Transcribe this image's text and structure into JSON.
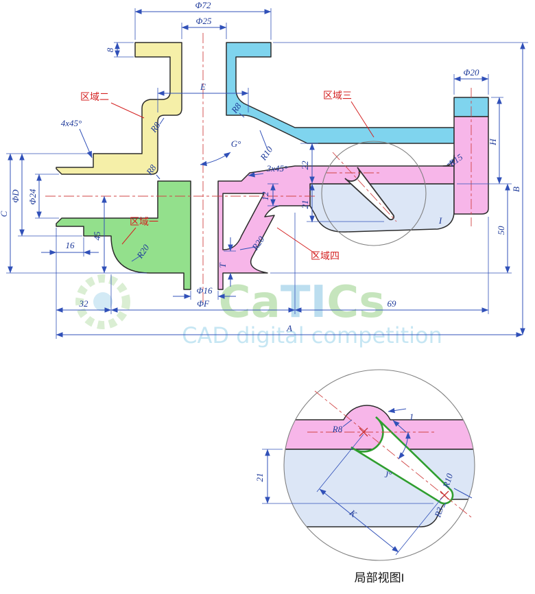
{
  "watermark": {
    "brand_parts": [
      "Ca",
      "TI",
      "Cs"
    ],
    "tagline": "CAD digital competition"
  },
  "main": {
    "regions": {
      "one": "区域一",
      "two": "区域二",
      "three": "区域三",
      "four": "区域四"
    },
    "dims": {
      "phi72": "Φ72",
      "phi25": "Φ25",
      "n8": "8",
      "E": "E",
      "phi20": "Φ20",
      "chamfer4": "4x45°",
      "r8a": "R8",
      "r8b": "R8",
      "r8c": "R8",
      "G": "G°",
      "r10": "R10",
      "chamfer3": "3x45°",
      "n22": "22",
      "n12": "12",
      "n21": "21",
      "r15": "R15",
      "H": "H",
      "B": "B",
      "phiD": "ΦD",
      "phi24": "Φ24",
      "C": "C",
      "n16": "16",
      "n45": "45",
      "r20a": "R20",
      "r20b": "R20",
      "T": "T",
      "phi16": "Φ16",
      "n50": "50",
      "n32": "32",
      "phiF": "ΦF",
      "n69": "69",
      "A": "A",
      "detail_ref": "I"
    }
  },
  "detail": {
    "dims": {
      "r8": "R8",
      "gap": "1",
      "n21": "21",
      "J": "J°",
      "K": "K",
      "r10": "R10",
      "r3": "R3"
    },
    "caption": "局部视图I"
  }
}
